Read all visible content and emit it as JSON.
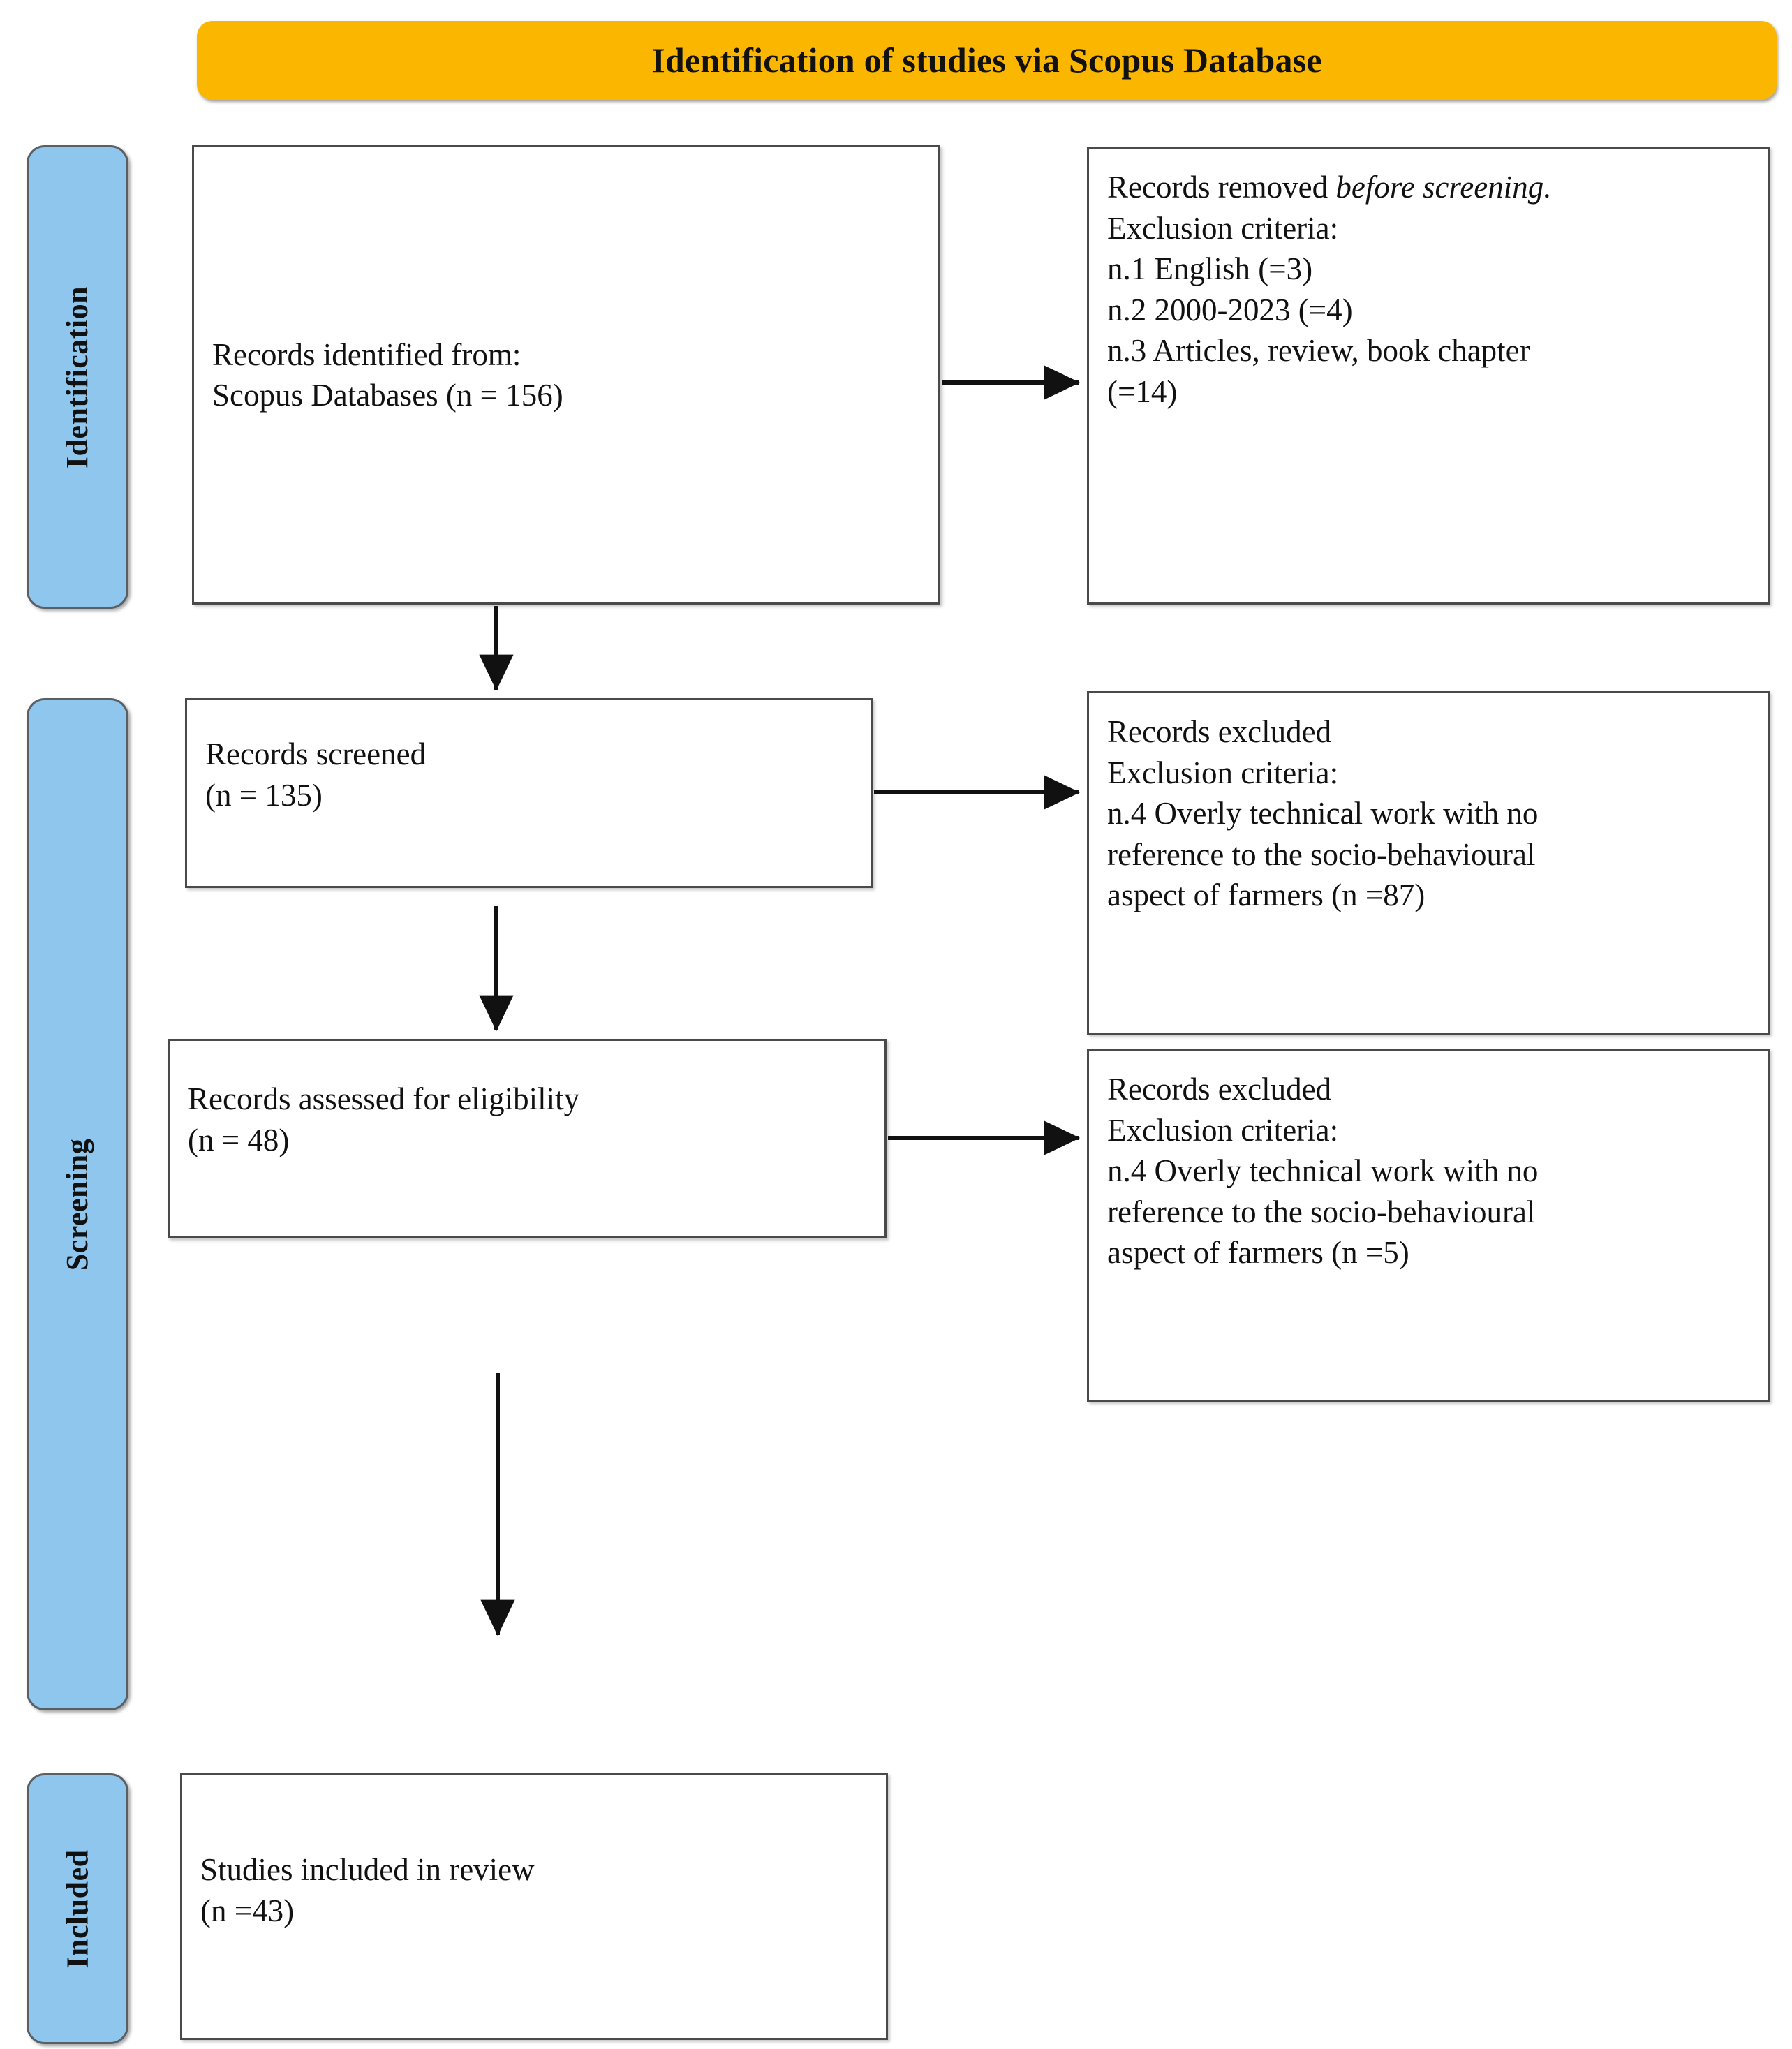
{
  "header": {
    "title": "Identification of studies via Scopus Database",
    "background_color": "#FBB700"
  },
  "stages": [
    {
      "id": "identification",
      "label": "Identification",
      "color": "#8FC6ED"
    },
    {
      "id": "screening",
      "label": "Screening",
      "color": "#8FC6ED"
    },
    {
      "id": "included",
      "label": "Included",
      "color": "#8FC6ED"
    }
  ],
  "boxes": {
    "identified": {
      "line1": "Records identified from:",
      "line2": "Scopus Databases (n = 156)"
    },
    "removed": {
      "lead": "Records removed ",
      "lead_italic": "before screening.",
      "line2": "Exclusion criteria:",
      "line3": "n.1 English (=3)",
      "line4": "n.2 2000-2023 (=4)",
      "line5": "n.3 Articles, review, book chapter",
      "line6": "(=14)"
    },
    "screened": {
      "line1": "Records screened",
      "line2": "(n = 135)"
    },
    "excluded_1": {
      "line1": "Records excluded",
      "line2": "Exclusion criteria:",
      "line3": "n.4 Overly technical work with no",
      "line4": "reference to the socio-behavioural",
      "line5": "aspect of farmers (n =87)"
    },
    "eligibility": {
      "line1": "Records assessed for eligibility",
      "line2": "(n = 48)"
    },
    "excluded_2": {
      "line1": "Records excluded",
      "line2": "Exclusion criteria:",
      "line3": "n.4 Overly technical work with no",
      "line4": "reference to the socio-behavioural",
      "line5": "aspect of farmers (n =5)"
    },
    "included": {
      "line1": "Studies included in review",
      "line2": "(n =43)"
    }
  },
  "chart_data": {
    "type": "diagram",
    "title": "Identification of studies via Scopus Database",
    "diagram_kind": "PRISMA flow diagram",
    "stages": [
      "Identification",
      "Screening",
      "Included"
    ],
    "nodes": [
      {
        "id": "identified",
        "stage": "Identification",
        "label": "Records identified from: Scopus Databases",
        "n": 156
      },
      {
        "id": "removed",
        "stage": "Identification",
        "label": "Records removed before screening.",
        "criteria": [
          {
            "code": "n.1",
            "text": "English",
            "n": 3
          },
          {
            "code": "n.2",
            "text": "2000-2023",
            "n": 4
          },
          {
            "code": "n.3",
            "text": "Articles, review, book chapter",
            "n": 14
          }
        ]
      },
      {
        "id": "screened",
        "stage": "Screening",
        "label": "Records screened",
        "n": 135
      },
      {
        "id": "excluded_1",
        "stage": "Screening",
        "label": "Records excluded",
        "criteria": [
          {
            "code": "n.4",
            "text": "Overly technical work with no reference to the socio-behavioural aspect of farmers",
            "n": 87
          }
        ]
      },
      {
        "id": "eligibility",
        "stage": "Screening",
        "label": "Records assessed for eligibility",
        "n": 48
      },
      {
        "id": "excluded_2",
        "stage": "Screening",
        "label": "Records excluded",
        "criteria": [
          {
            "code": "n.4",
            "text": "Overly technical work with no reference to the socio-behavioural aspect of farmers",
            "n": 5
          }
        ]
      },
      {
        "id": "included",
        "stage": "Included",
        "label": "Studies included in review",
        "n": 43
      }
    ],
    "edges": [
      {
        "from": "identified",
        "to": "removed",
        "direction": "right"
      },
      {
        "from": "identified",
        "to": "screened",
        "direction": "down"
      },
      {
        "from": "screened",
        "to": "excluded_1",
        "direction": "right"
      },
      {
        "from": "screened",
        "to": "eligibility",
        "direction": "down"
      },
      {
        "from": "eligibility",
        "to": "excluded_2",
        "direction": "right"
      },
      {
        "from": "eligibility",
        "to": "included",
        "direction": "down"
      }
    ]
  }
}
